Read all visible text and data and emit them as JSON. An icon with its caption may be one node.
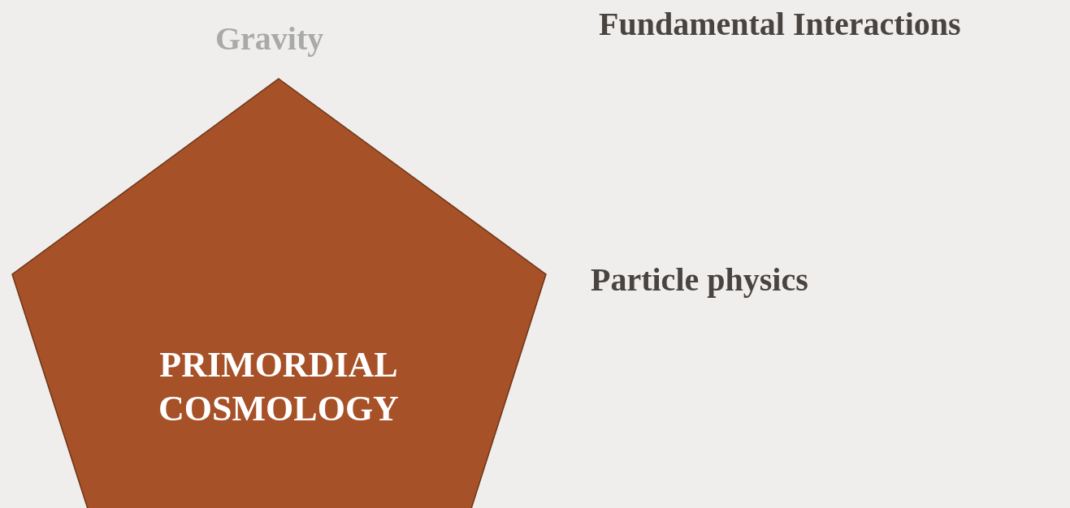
{
  "diagram": {
    "title": "Fundamental Interactions",
    "nodes": [
      {
        "text": [
          "PRIMORDIAL COSMOLOGY"
        ],
        "beside": [
          "Gravity",
          "Particle physics"
        ]
      }
    ]
  }
}
